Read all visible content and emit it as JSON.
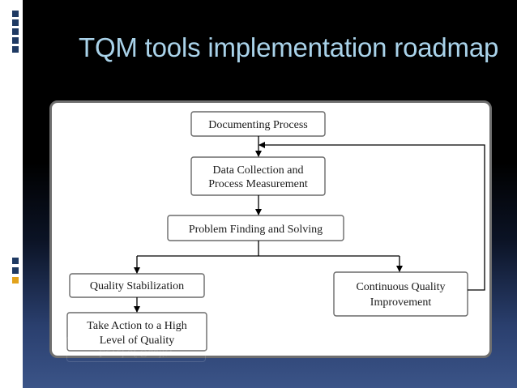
{
  "slide": {
    "title": "TQM tools implementation roadmap"
  },
  "diagram": {
    "nodes": {
      "documenting": [
        "Documenting Process"
      ],
      "data_collection": [
        "Data Collection and",
        "Process Measurement"
      ],
      "problem_solving": [
        "Problem Finding and Solving"
      ],
      "stabilization": [
        "Quality Stabilization"
      ],
      "continuous": [
        "Continuous Quality",
        "Improvement"
      ],
      "take_action": [
        "Take Action to a High",
        "Level of Quality"
      ]
    },
    "edges": [
      [
        "documenting",
        "data_collection"
      ],
      [
        "data_collection",
        "problem_solving"
      ],
      [
        "problem_solving",
        "stabilization"
      ],
      [
        "problem_solving",
        "continuous"
      ],
      [
        "stabilization",
        "take_action"
      ],
      [
        "continuous",
        "data_collection"
      ]
    ]
  },
  "colors": {
    "title": "#a9d2e9",
    "box_border": "#6a6a6a",
    "line": "#000000",
    "frame_border": "#6f6f6f"
  }
}
